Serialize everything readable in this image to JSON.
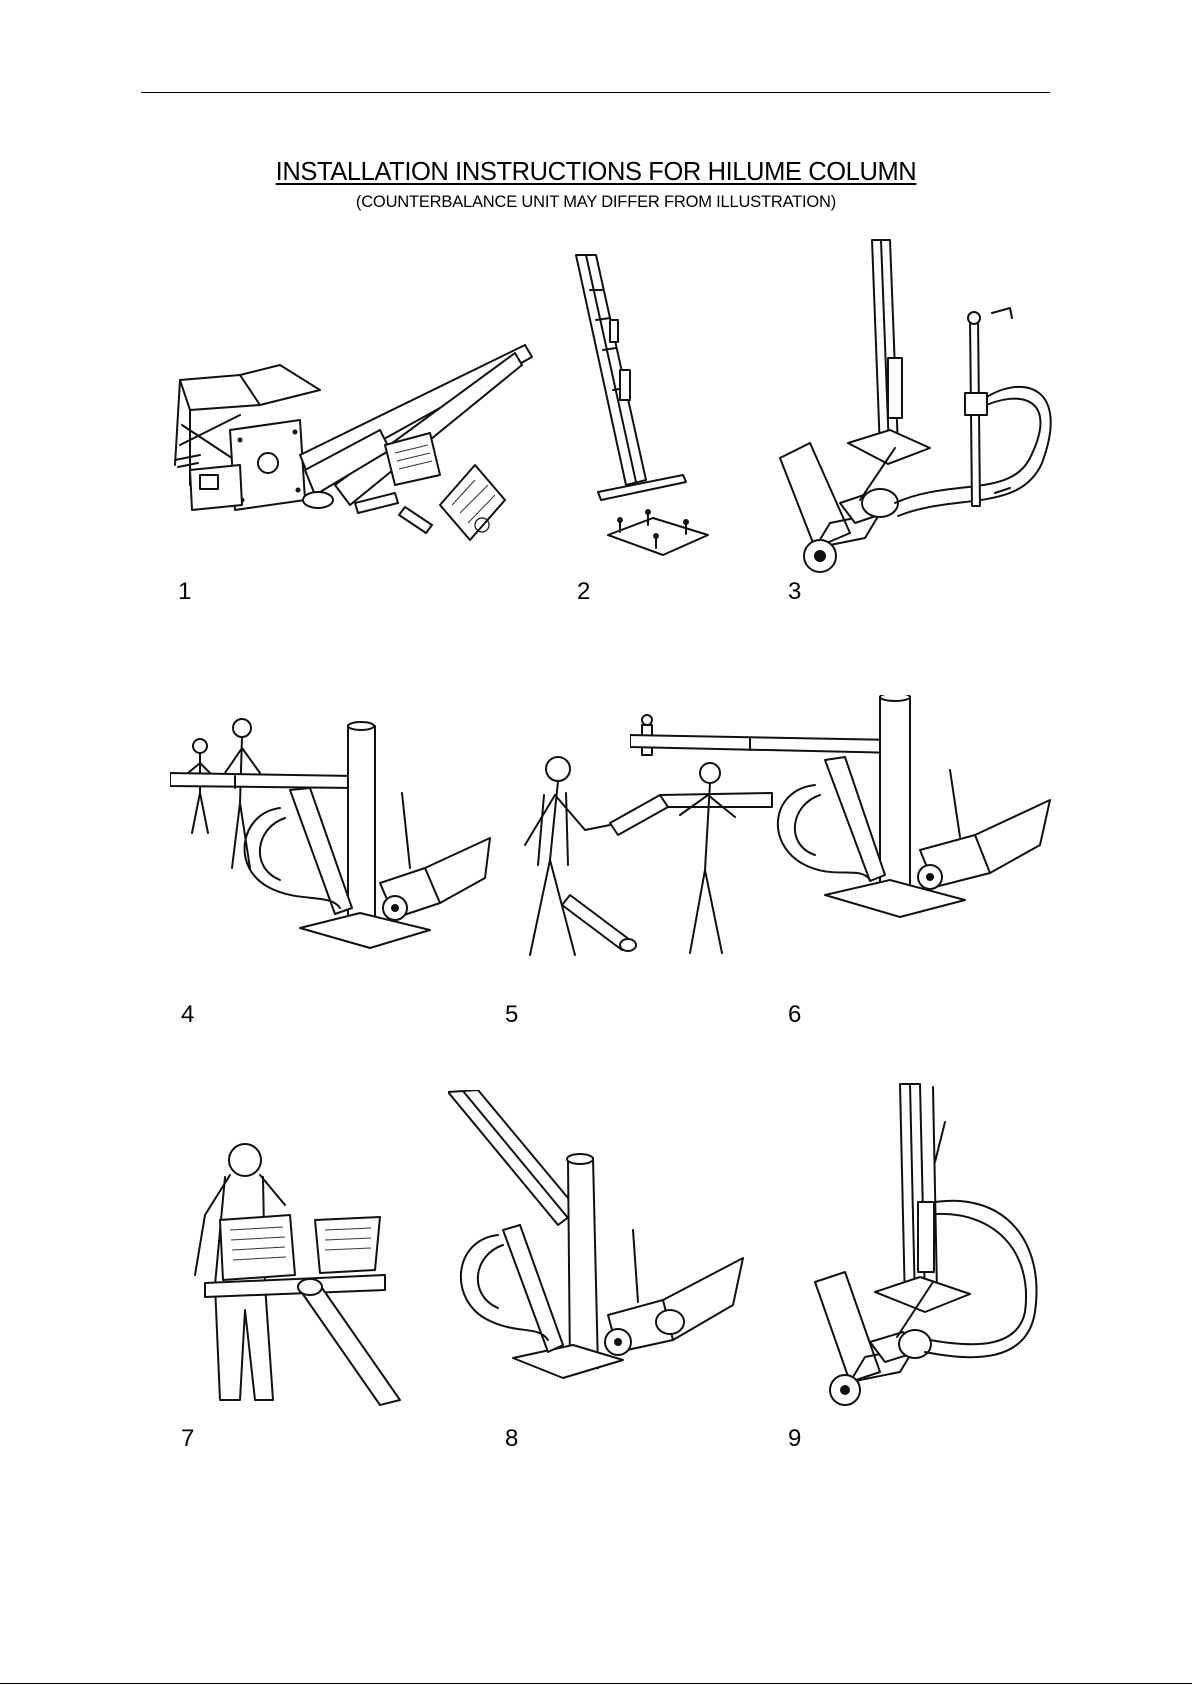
{
  "page": {
    "title": "INSTALLATION INSTRUCTIONS FOR HILUME COLUMN",
    "subtitle": "(COUNTERBALANCE UNIT MAY DIFFER FROM ILLUSTRATION)"
  },
  "steps": [
    {
      "number": "1",
      "illustration": "column-components-laid-out"
    },
    {
      "number": "2",
      "illustration": "column-base-over-foundation-bolts"
    },
    {
      "number": "3",
      "illustration": "hydraulic-trolley-attached-to-column"
    },
    {
      "number": "4",
      "illustration": "workers-lowering-column-head"
    },
    {
      "number": "5",
      "illustration": "workers-fitting-bracket-arm"
    },
    {
      "number": "6",
      "illustration": "column-head-lowered-horizontal"
    },
    {
      "number": "7",
      "illustration": "worker-fitting-floodlights"
    },
    {
      "number": "8",
      "illustration": "column-raised-with-hydraulic-ram"
    },
    {
      "number": "9",
      "illustration": "column-vertical-trolley-detached"
    }
  ]
}
